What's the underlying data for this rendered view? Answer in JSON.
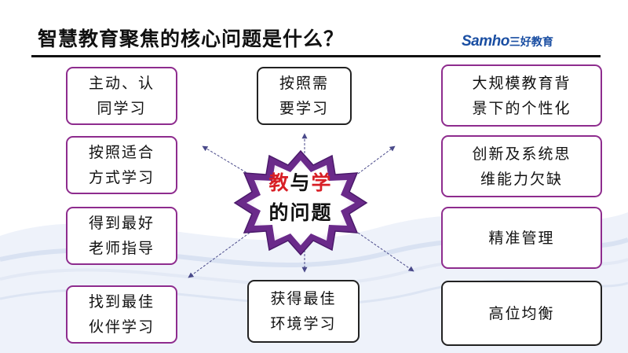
{
  "slide": {
    "title": "智慧教育聚焦的核心问题是什么？",
    "logo": {
      "brand": "Samho",
      "cn": "三好教育"
    },
    "center": {
      "char1": "教",
      "char2": "与",
      "char3": "学",
      "line2": "的问题"
    },
    "left_boxes": [
      {
        "line1": "主动、认",
        "line2": "同学习"
      },
      {
        "line1": "按照适合",
        "line2": "方式学习"
      },
      {
        "line1": "得到最好",
        "line2": "老师指导"
      },
      {
        "line1": "找到最佳",
        "line2": "伙伴学习"
      }
    ],
    "top_box": {
      "line1": "按照需",
      "line2": "要学习"
    },
    "bottom_box": {
      "line1": "获得最佳",
      "line2": "环境学习"
    },
    "right_boxes": [
      {
        "line1": "大规模教育背",
        "line2": "景下的个性化"
      },
      {
        "line1": "创新及系统思",
        "line2": "维能力欠缺"
      },
      {
        "line1": "精准管理"
      },
      {
        "line1": "高位均衡"
      }
    ],
    "colors": {
      "accent_border": "#8e2c8e",
      "center_fill": "#6a2a8a",
      "highlight": "#d81f26",
      "logo": "#1a4ea2"
    }
  }
}
